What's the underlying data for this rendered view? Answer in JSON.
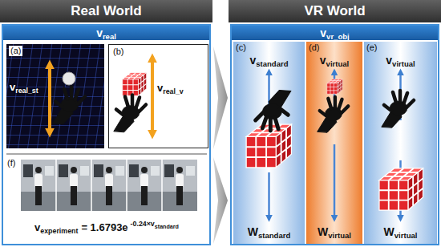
{
  "diagram": {
    "nodes": [
      {
        "text": [
          "Real World"
        ]
      },
      {
        "text": [
          "v",
          "real"
        ],
        "in": 0
      },
      {
        "text": [
          "(a)",
          "v",
          "real_st"
        ],
        "in": 1
      },
      {
        "text": [
          "(b)",
          "v",
          "real_v"
        ],
        "in": 1
      },
      {
        "text": [
          "(f)",
          "v",
          "experiment",
          "= 1.6793e",
          "-0.24×v",
          "standard"
        ],
        "in": 1
      },
      {
        "text": [
          "VR World"
        ]
      },
      {
        "text": [
          "v",
          "vr_obj"
        ],
        "in": 5
      },
      {
        "text": [
          "(c)",
          "v",
          "standard",
          "W",
          "standard"
        ],
        "in": 6
      },
      {
        "text": [
          "(d)",
          "v",
          "virtual",
          "W",
          "virtual"
        ],
        "in": 6
      },
      {
        "text": [
          "(e)",
          "v",
          "virtual",
          "W",
          "virtual"
        ],
        "in": 6
      }
    ],
    "edges": [
      {
        "from": 0,
        "to": 5,
        "arrow": "to"
      },
      {
        "from": 0,
        "to": 5,
        "arrow": "to"
      }
    ]
  }
}
